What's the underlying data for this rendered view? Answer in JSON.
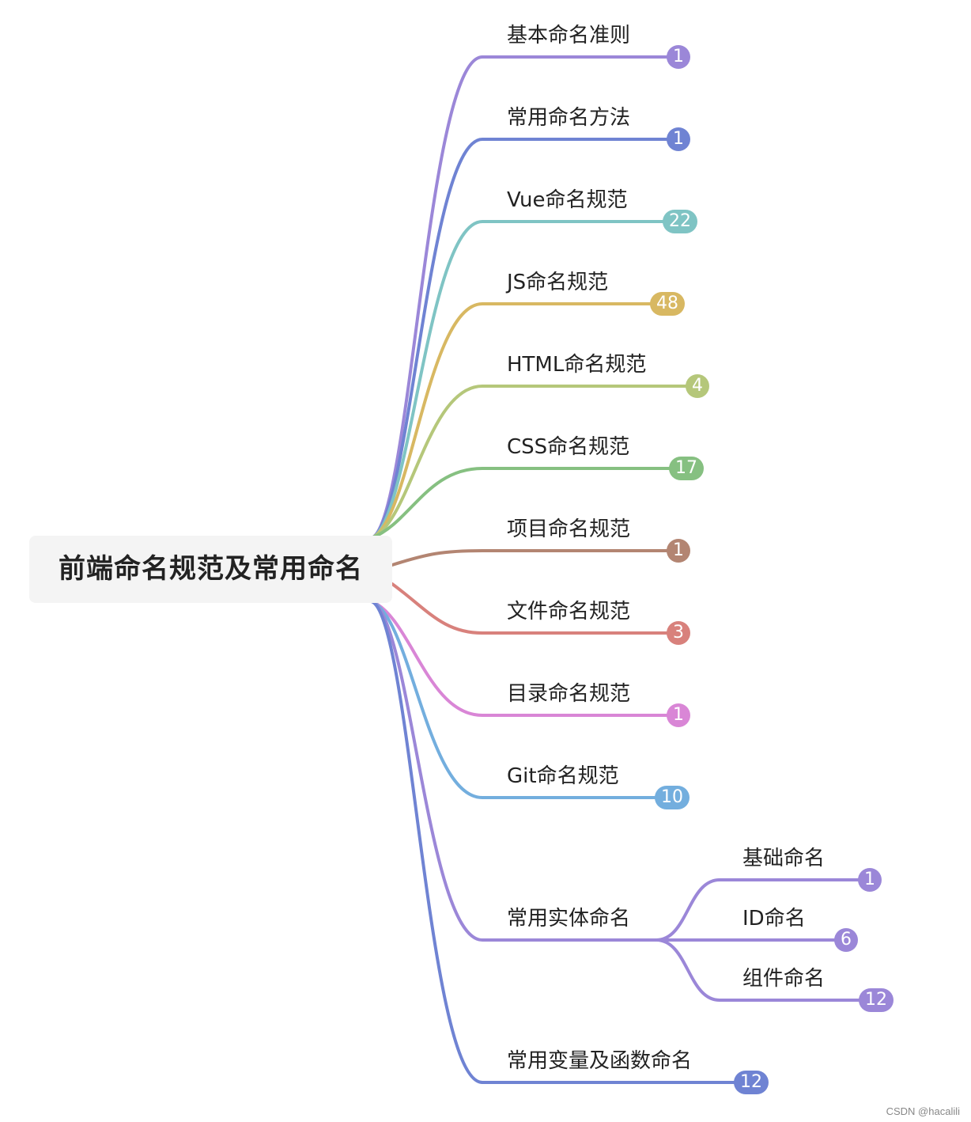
{
  "root": {
    "label": "前端命名规范及常用命名"
  },
  "branches": [
    {
      "label": "基本命名准则",
      "count": "1",
      "color": "#9b87d8"
    },
    {
      "label": "常用命名方法",
      "count": "1",
      "color": "#6f83d3"
    },
    {
      "label": "Vue命名规范",
      "count": "22",
      "color": "#7fc4c4"
    },
    {
      "label": "JS命名规范",
      "count": "48",
      "color": "#d8b862"
    },
    {
      "label": "HTML命名规范",
      "count": "4",
      "color": "#b5c77a"
    },
    {
      "label": "CSS命名规范",
      "count": "17",
      "color": "#86c081"
    },
    {
      "label": "项目命名规范",
      "count": "1",
      "color": "#b38572"
    },
    {
      "label": "文件命名规范",
      "count": "3",
      "color": "#d8817c"
    },
    {
      "label": "目录命名规范",
      "count": "1",
      "color": "#d986d6"
    },
    {
      "label": "Git命名规范",
      "count": "10",
      "color": "#73aede"
    },
    {
      "label": "常用实体命名",
      "count": "",
      "color": "#9b87d8",
      "children": [
        {
          "label": "基础命名",
          "count": "1",
          "color": "#9b87d8"
        },
        {
          "label": "ID命名",
          "count": "6",
          "color": "#9b87d8"
        },
        {
          "label": "组件命名",
          "count": "12",
          "color": "#9b87d8"
        }
      ]
    },
    {
      "label": "常用变量及函数命名",
      "count": "12",
      "color": "#6f83d3"
    }
  ],
  "watermark": "CSDN @hacalili"
}
